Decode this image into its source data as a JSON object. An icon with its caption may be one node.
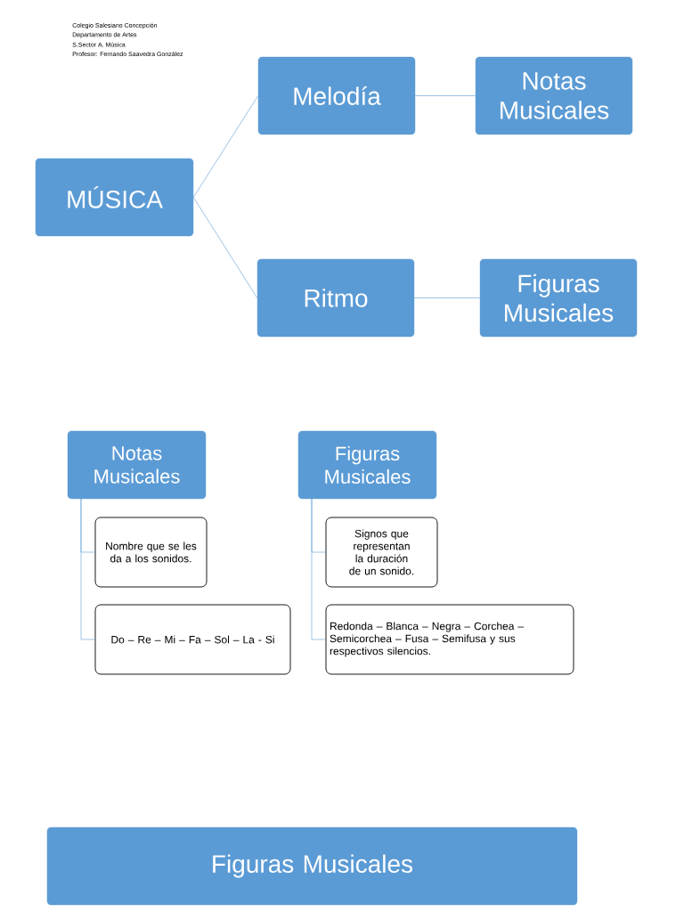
{
  "diagram": {
    "nodes": [
      {
        "text": [
          "MÚSICA"
        ]
      },
      {
        "text": [
          "Melodía"
        ]
      },
      {
        "text": [
          "Notas Musicales"
        ]
      },
      {
        "text": [
          "Ritmo"
        ]
      },
      {
        "text": [
          "Figuras Musicales"
        ]
      },
      {
        "text": [
          "Notas Musicales"
        ]
      },
      {
        "text": [
          "Nombre que se les da a los sonidos."
        ]
      },
      {
        "text": [
          "Do – Re – Mi – Fa – Sol – La - Si"
        ]
      },
      {
        "text": [
          "Figuras Musicales"
        ]
      },
      {
        "text": [
          "Signos que representan la duración de un sonido."
        ]
      },
      {
        "text": [
          "Redonda – Blanca – Negra – Corchea – Semicorchea – Fusa – Semifusa y sus respectivos silencios."
        ]
      },
      {
        "text": [
          "Figuras Musicales"
        ]
      }
    ],
    "edges": [
      {
        "from": 0,
        "to": 1,
        "arrow": "none"
      },
      {
        "from": 0,
        "to": 3,
        "arrow": "none"
      },
      {
        "from": 1,
        "to": 2,
        "arrow": "none"
      },
      {
        "from": 3,
        "to": 4,
        "arrow": "none"
      },
      {
        "from": 5,
        "to": 6,
        "arrow": "none"
      },
      {
        "from": 5,
        "to": 7,
        "arrow": "none"
      },
      {
        "from": 8,
        "to": 9,
        "arrow": "none"
      },
      {
        "from": 8,
        "to": 10,
        "arrow": "none"
      }
    ],
    "labels": [
      "Colegio Salesiano Concepción",
      "Departamento de Artes",
      "S.Sector A. Música",
      "Profesor: Fernando Saavedra González"
    ]
  }
}
